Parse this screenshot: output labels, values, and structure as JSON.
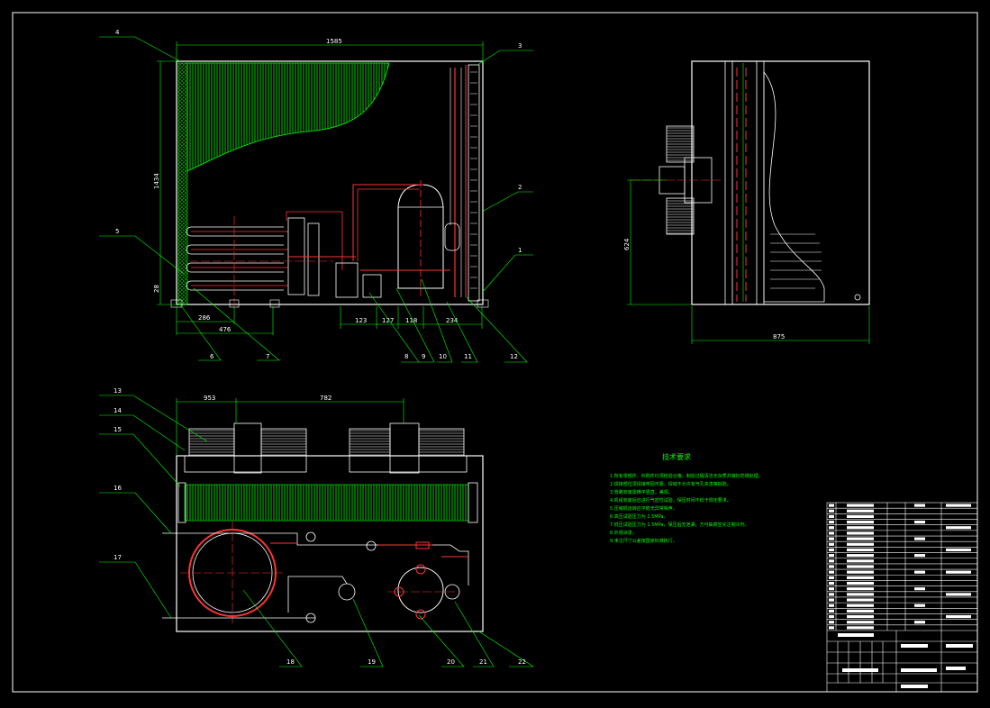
{
  "drawing": {
    "dimensions": {
      "front_width": "1585",
      "front_height": "1434",
      "base_offset": "28",
      "left_a": "286",
      "left_b": "476",
      "bottom_a": "123",
      "bottom_b": "127",
      "bottom_c": "118",
      "bottom_d": "234",
      "side_width": "875",
      "side_height": "624",
      "top_a": "953",
      "top_b": "782"
    },
    "callouts": [
      {
        "id": "c4",
        "text": "4"
      },
      {
        "id": "c3",
        "text": "3"
      },
      {
        "id": "c2",
        "text": "2"
      },
      {
        "id": "c1",
        "text": "1"
      },
      {
        "id": "c5",
        "text": "5"
      },
      {
        "id": "c6",
        "text": "6"
      },
      {
        "id": "c7",
        "text": "7"
      },
      {
        "id": "c8",
        "text": "8"
      },
      {
        "id": "c9",
        "text": "9"
      },
      {
        "id": "c10",
        "text": "10"
      },
      {
        "id": "c11",
        "text": "11"
      },
      {
        "id": "c12",
        "text": "12"
      },
      {
        "id": "c13",
        "text": "13"
      },
      {
        "id": "c14",
        "text": "14"
      },
      {
        "id": "c15",
        "text": "15"
      },
      {
        "id": "c16",
        "text": "16"
      },
      {
        "id": "c17",
        "text": "17"
      },
      {
        "id": "c18",
        "text": "18"
      },
      {
        "id": "c19",
        "text": "19"
      },
      {
        "id": "c20",
        "text": "20"
      },
      {
        "id": "c21",
        "text": "21"
      },
      {
        "id": "c22",
        "text": "22"
      }
    ],
    "notes_title": "技术要求",
    "notes": [
      "1.所有零部件、外购件均须检验合格，制造过程清洁无杂质并做好防锈处理。",
      "2.焊接部位须焊接牢固可靠，焊缝不允许有气孔夹渣等缺陷。",
      "3.管路安装需横平竖直，美观。",
      "4.机组安装后应进行气密性试验，保压时间不低于规定要求。",
      "5.压缩机运转应平稳无异常噪声。",
      "6.高压试验压力为 2.5MPa。",
      "7.低压试验压力为 1.5MPa，保压后无泄漏，方可抽真空充注制冷剂。",
      "8.外观涂漆。",
      "9.未注尺寸公差按国家标准执行。"
    ]
  }
}
